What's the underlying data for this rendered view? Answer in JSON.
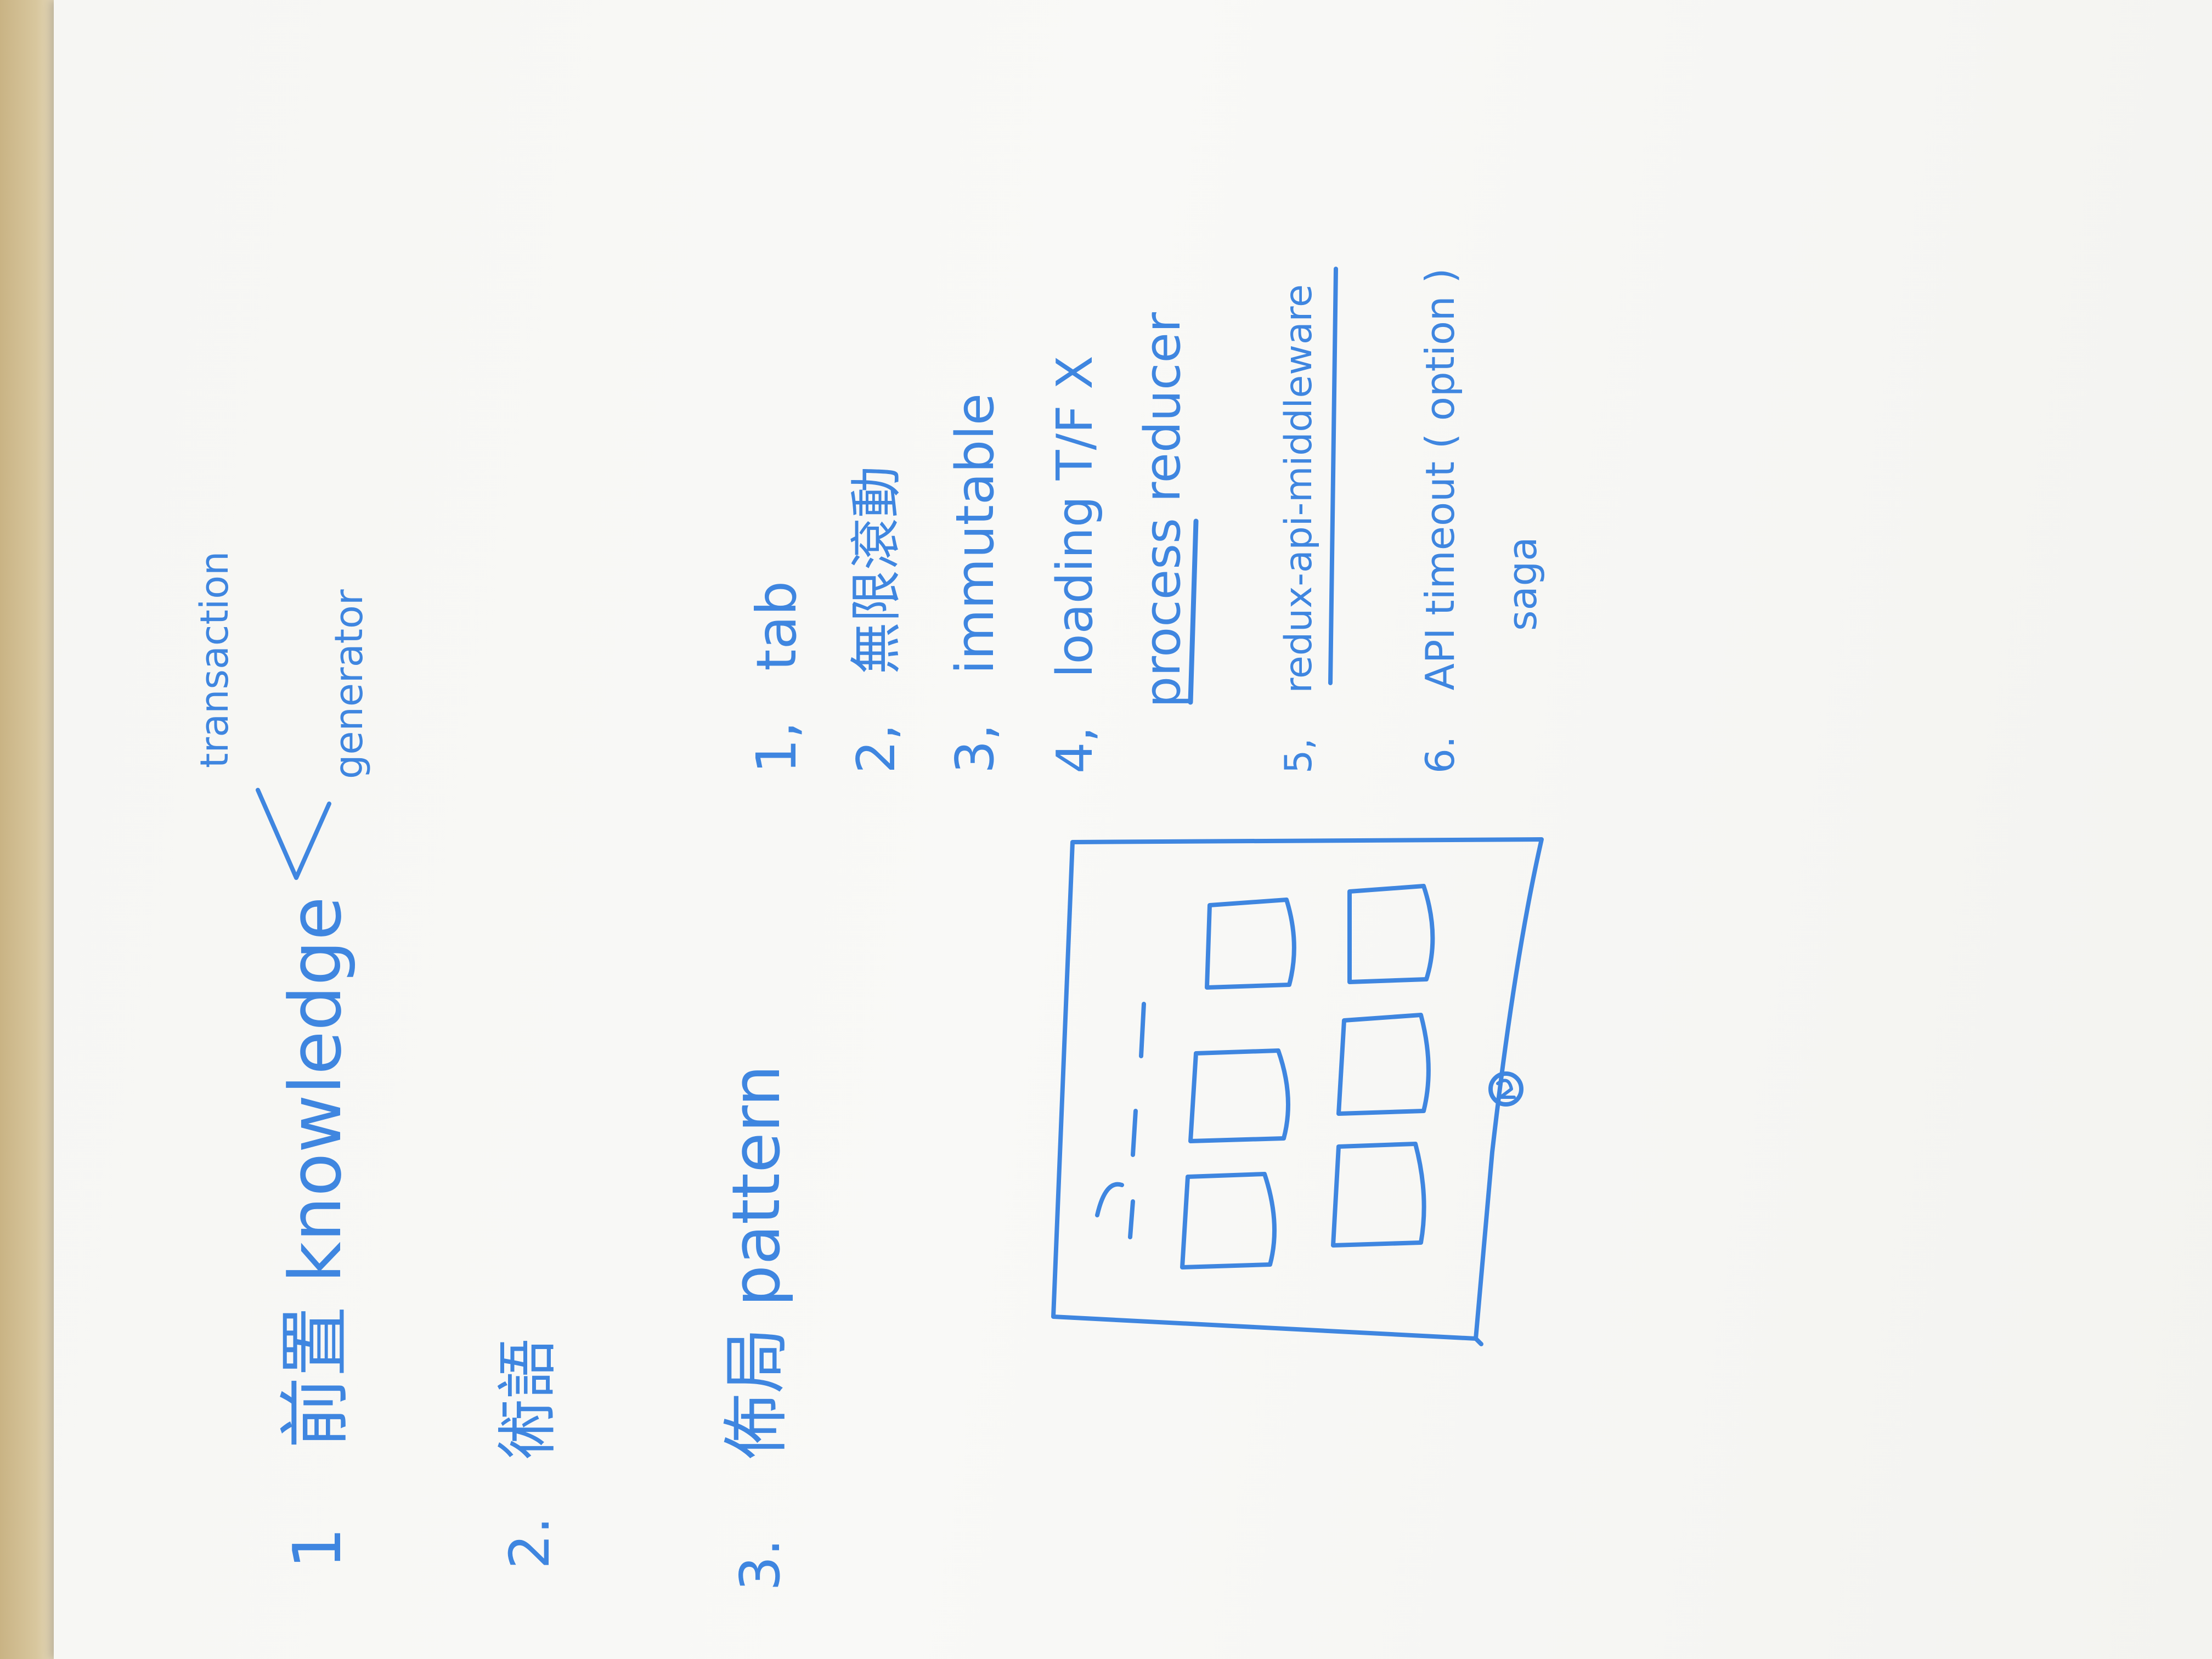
{
  "image": {
    "description_kind": "photo of handwritten whiteboard notes, rotated 90 degrees counter-clockwise",
    "ink_color": "#3f86e0",
    "board_color": "#f7f7f5"
  },
  "notes": {
    "item1": {
      "number": "1",
      "label": "前置 knowledge"
    },
    "branches": [
      "transaction",
      "generator"
    ],
    "item2": {
      "number": "2.",
      "label": "術語"
    },
    "item3": {
      "number": "3.",
      "label": "佈局 pattern"
    },
    "steps": [
      {
        "number": "1,",
        "text": "tab"
      },
      {
        "number": "2,",
        "text": "無限滾動"
      },
      {
        "number": "3,",
        "text": "immutable"
      },
      {
        "number": "4,",
        "text": "loading T/F  X"
      },
      {
        "number": "",
        "text": "process  reducer"
      },
      {
        "number": "5,",
        "text": "redux-api-middleware"
      },
      {
        "number": "6.",
        "text": "API timeout ( option )"
      },
      {
        "number": "",
        "text": "saga"
      }
    ]
  }
}
